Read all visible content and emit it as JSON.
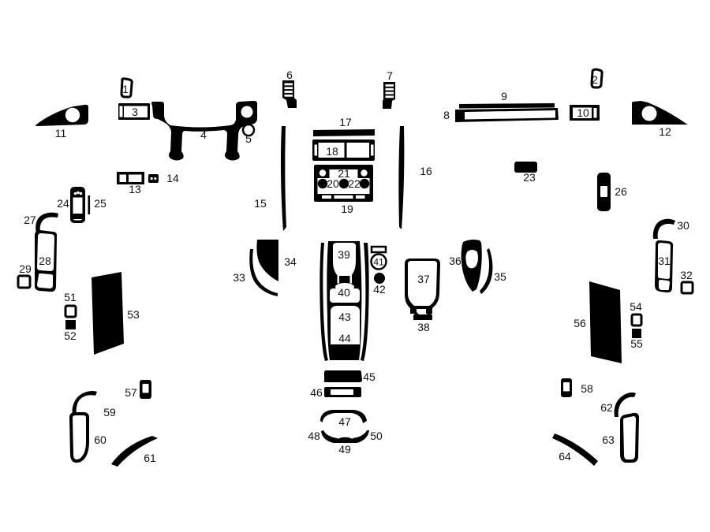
{
  "diagram": {
    "background_color": "#ffffff",
    "piece_color": "#000000",
    "label_color": "#111111",
    "labels": {
      "p1": "1",
      "p2": "2",
      "p3": "3",
      "p4": "4",
      "p5": "5",
      "p6": "6",
      "p7": "7",
      "p8": "8",
      "p9": "9",
      "p10": "10",
      "p11": "11",
      "p12": "12",
      "p13": "13",
      "p14": "14",
      "p15": "15",
      "p16": "16",
      "p17": "17",
      "p18": "18",
      "p19": "19",
      "p20": "20",
      "p21": "21",
      "p22": "22",
      "p23": "23",
      "p24": "24",
      "p25": "25",
      "p26": "26",
      "p27": "27",
      "p28": "28",
      "p29": "29",
      "p30": "30",
      "p31": "31",
      "p32": "32",
      "p33": "33",
      "p34": "34",
      "p35": "35",
      "p36": "36",
      "p37": "37",
      "p38": "38",
      "p39": "39",
      "p40": "40",
      "p41": "41",
      "p42": "42",
      "p43": "43",
      "p44": "44",
      "p45": "45",
      "p46": "46",
      "p47": "47",
      "p48": "48",
      "p49": "49",
      "p50": "50",
      "p51": "51",
      "p52": "52",
      "p53": "53",
      "p54": "54",
      "p55": "55",
      "p56": "56",
      "p57": "57",
      "p58": "58",
      "p59": "59",
      "p60": "60",
      "p61": "61",
      "p62": "62",
      "p63": "63",
      "p64": "64"
    }
  }
}
